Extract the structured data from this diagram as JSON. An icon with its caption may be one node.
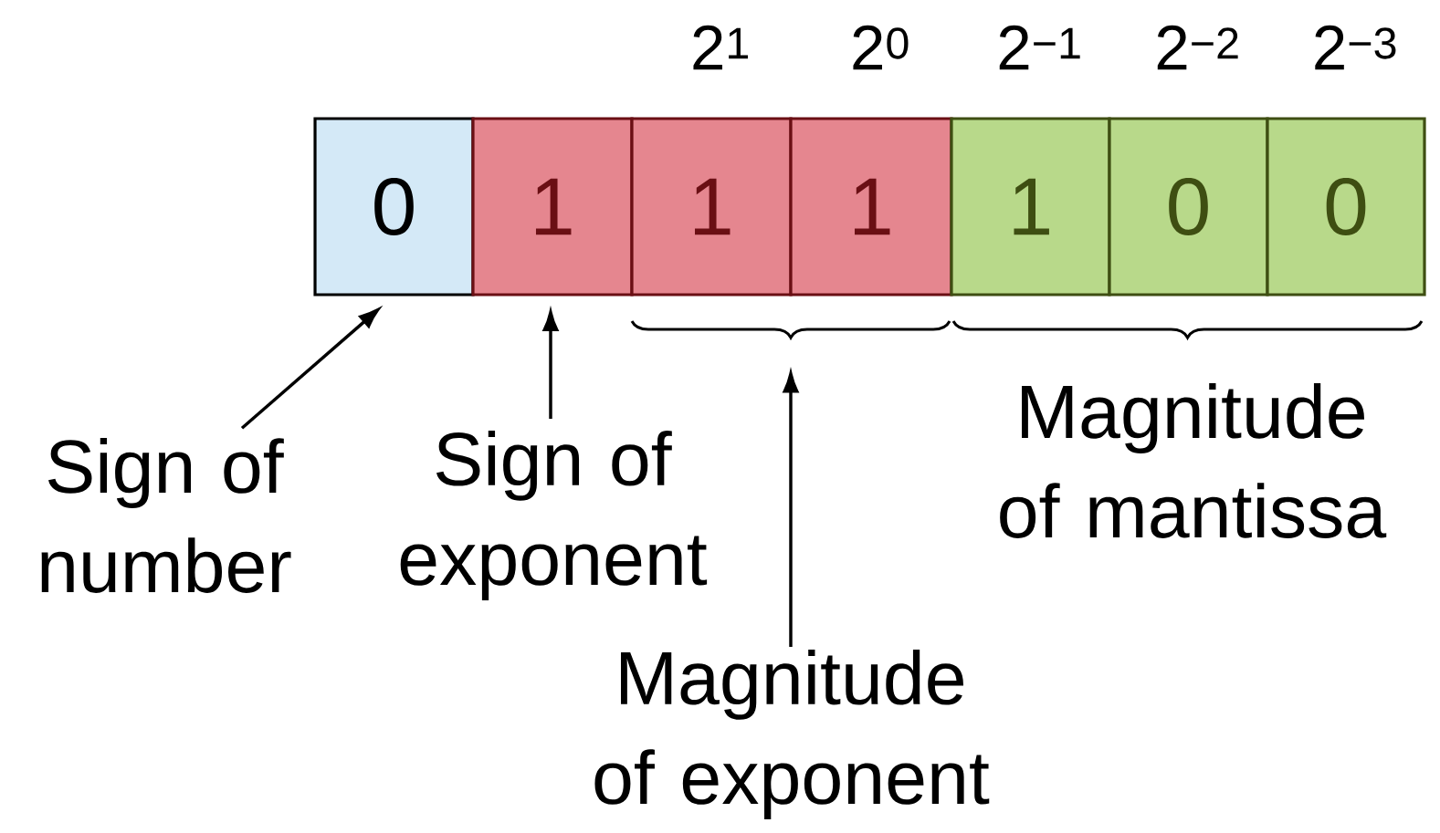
{
  "diagram": {
    "nodes": [
      {
        "text": [
          "0"
        ]
      },
      {
        "text": [
          "1"
        ]
      },
      {
        "text": [
          "1"
        ],
        "beside": [
          "2$^{1}$"
        ]
      },
      {
        "text": [
          "1"
        ],
        "beside": [
          "2$^{0}$"
        ]
      },
      {
        "text": [
          "1"
        ],
        "beside": [
          "2$^{−1}$"
        ]
      },
      {
        "text": [
          "0"
        ],
        "beside": [
          "2$^{−2}$"
        ]
      },
      {
        "text": [
          "0"
        ],
        "beside": [
          "2$^{−3}$"
        ]
      },
      {
        "text": [
          "Sign of number"
        ]
      },
      {
        "text": [
          "Sign of exponent"
        ]
      },
      {
        "text": [
          "Magnitude of exponent"
        ]
      },
      {
        "text": [
          "Magnitude of mantissa"
        ]
      }
    ],
    "edges": [
      {
        "from": 7,
        "to": 0,
        "arrow": "to"
      },
      {
        "from": 8,
        "to": 1,
        "arrow": "to"
      },
      {
        "from": 9,
        "to": null,
        "arrow": "to"
      }
    ]
  }
}
